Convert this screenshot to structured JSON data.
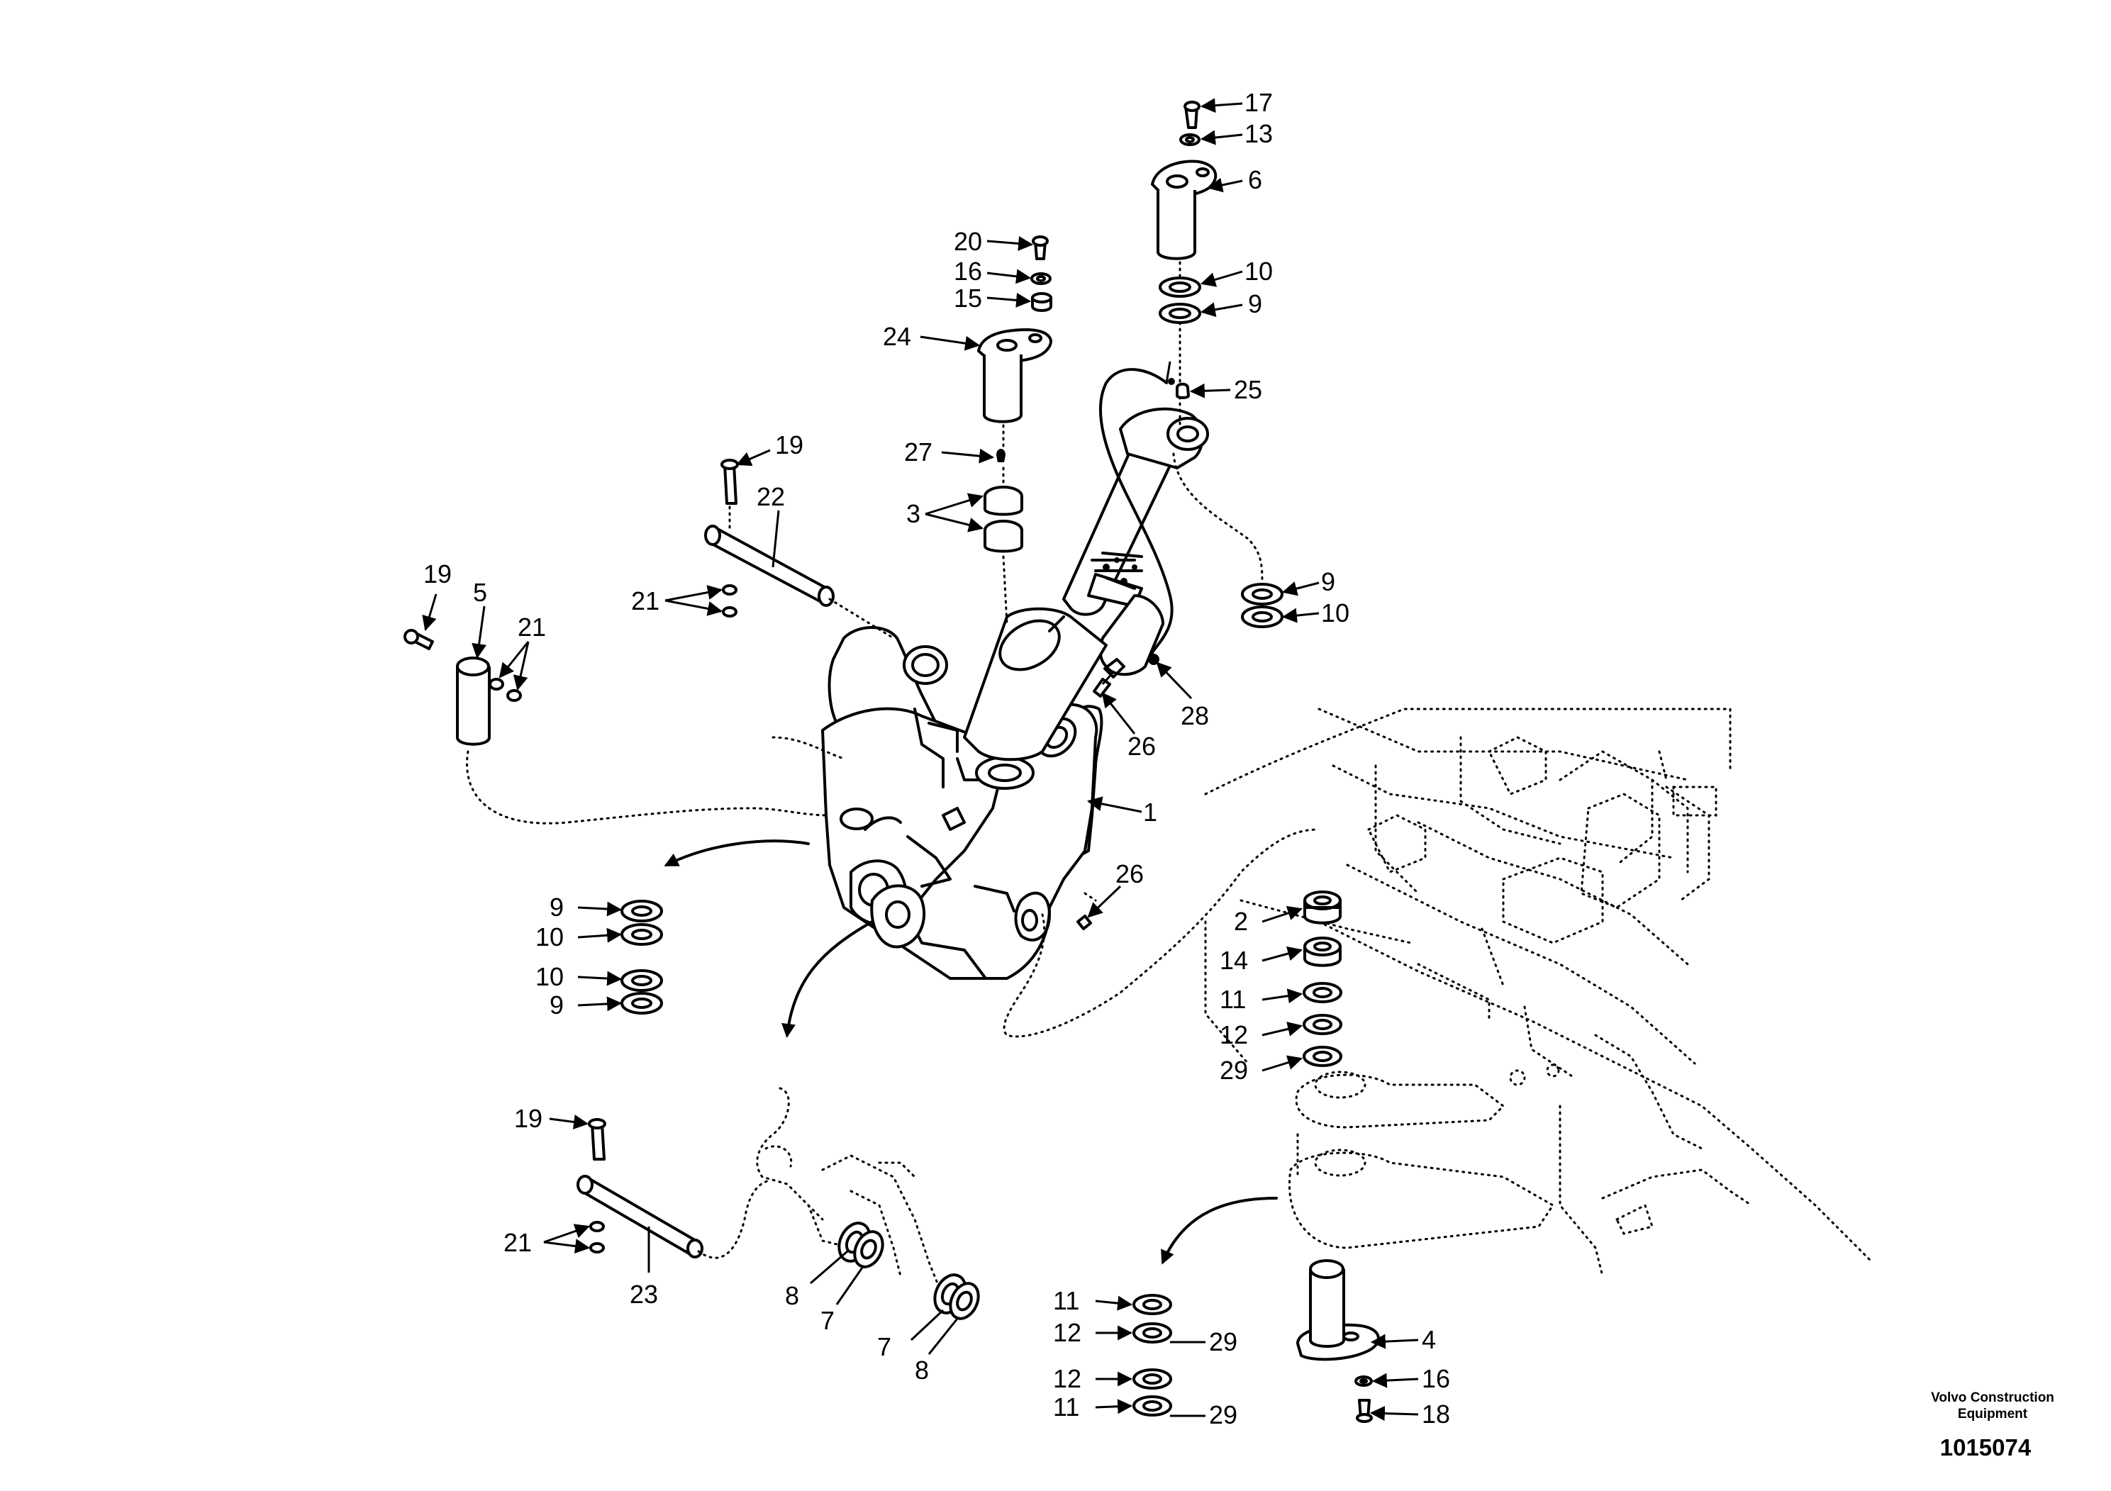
{
  "diagram": {
    "callouts": [
      "1",
      "2",
      "3",
      "4",
      "5",
      "6",
      "7",
      "8",
      "9",
      "10",
      "11",
      "12",
      "13",
      "14",
      "15",
      "16",
      "17",
      "18",
      "19",
      "20",
      "21",
      "22",
      "23",
      "24",
      "25",
      "26",
      "27",
      "28",
      "29"
    ]
  },
  "footer": {
    "brand_line1": "Volvo Construction",
    "brand_line2": "Equipment",
    "doc_number": "1015074"
  }
}
